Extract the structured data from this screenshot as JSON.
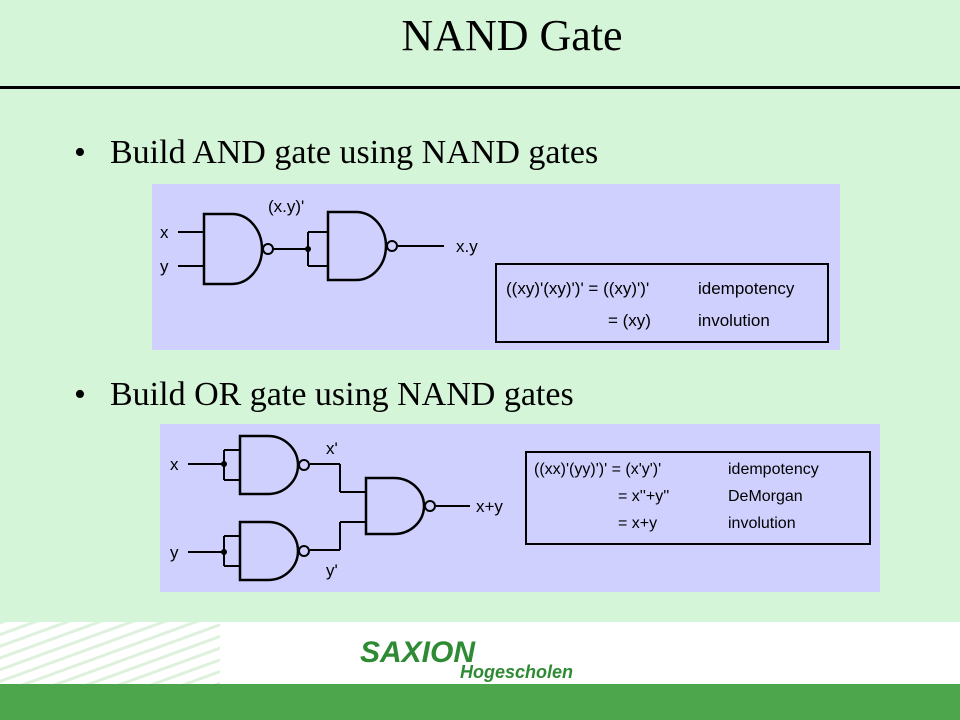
{
  "slide": {
    "title": "NAND Gate",
    "bullets": [
      "Build AND gate using NAND gates",
      "Build OR gate using NAND gates"
    ],
    "bullet_char": "•"
  },
  "diagram_and": {
    "labels": {
      "x": "x",
      "y": "y",
      "mid": "(x.y)'",
      "out": "x.y"
    },
    "box_lines": [
      {
        "expr": "((xy)'(xy)')' = ((xy)')'",
        "law": "idempotency"
      },
      {
        "expr": "= (xy)",
        "law": "involution"
      }
    ]
  },
  "diagram_or": {
    "labels": {
      "x": "x",
      "y": "y",
      "xp": "x'",
      "yp": "y'",
      "out": "x+y"
    },
    "box_lines": [
      {
        "expr": "((xx)'(yy)')' = (x'y')'",
        "law": "idempotency"
      },
      {
        "expr": "= x''+y''",
        "law": "DeMorgan"
      },
      {
        "expr": "= x+y",
        "law": "involution"
      }
    ]
  },
  "footer": {
    "logo_name": "SAXION",
    "logo_sub": "Hogescholen",
    "colors": {
      "band": "#4ea64c",
      "logo": "#2f8a34"
    }
  }
}
